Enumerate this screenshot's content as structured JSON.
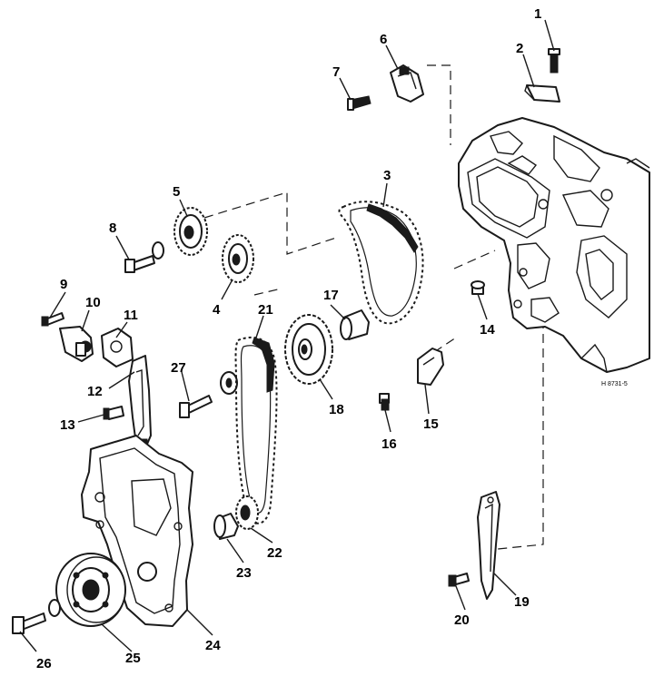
{
  "diagram": {
    "type": "exploded-parts-view",
    "reference_code": "H 8731-5"
  },
  "callouts": {
    "n1": "1",
    "n2": "2",
    "n3": "3",
    "n4": "4",
    "n5": "5",
    "n6": "6",
    "n7": "7",
    "n8": "8",
    "n9": "9",
    "n10": "10",
    "n11": "11",
    "n12": "12",
    "n13": "13",
    "n14": "14",
    "n15": "15",
    "n16": "16",
    "n17": "17",
    "n18": "18",
    "n19": "19",
    "n20": "20",
    "n21": "21",
    "n22": "22",
    "n23": "23",
    "n24": "24",
    "n25": "25",
    "n26": "26",
    "n27": "27"
  },
  "colors": {
    "ink": "#1a1a1a",
    "paper": "#ffffff"
  }
}
